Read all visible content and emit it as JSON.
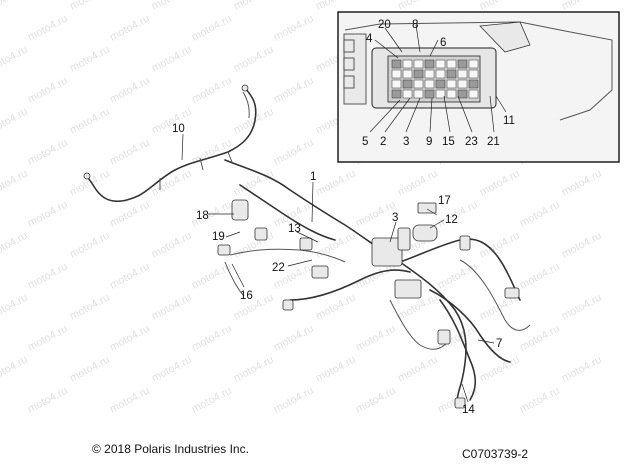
{
  "watermark": {
    "text": "moto4.ru"
  },
  "inset": {
    "labels": [
      "20",
      "8",
      "4",
      "6",
      "5",
      "2",
      "3",
      "9",
      "15",
      "23",
      "21",
      "11"
    ]
  },
  "main": {
    "labels": [
      "10",
      "1",
      "17",
      "18",
      "3",
      "12",
      "13",
      "19",
      "22",
      "16",
      "7",
      "14"
    ]
  },
  "footer": {
    "copyright": "© 2018 Polaris Industries Inc.",
    "diagram_code": "C0703739-2"
  },
  "colors": {
    "line": "#333333",
    "inset_bg": "#f2f2f2",
    "watermark": "#c9c9c9"
  }
}
